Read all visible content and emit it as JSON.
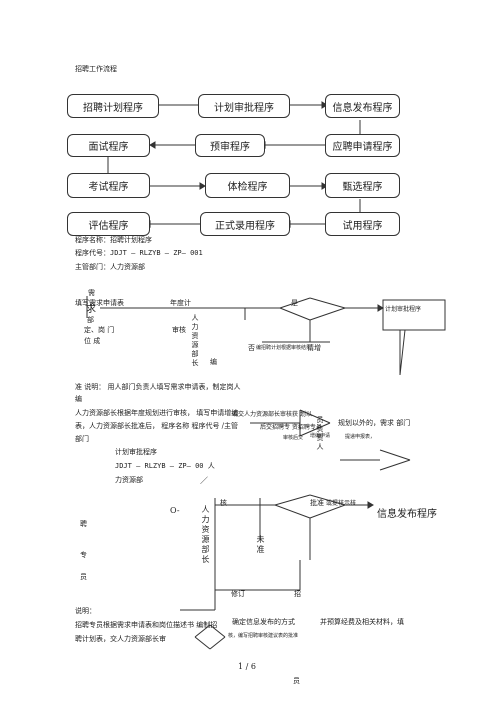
{
  "doc_title": "招聘工作流程",
  "flow_boxes": {
    "row1": [
      "招聘计划程序",
      "计划审批程序",
      "信息发布程序"
    ],
    "row2": [
      "面试程序",
      "预审程序",
      "应聘申请程序"
    ],
    "row3": [
      "考试程序",
      "体检程序",
      "甄选程序"
    ],
    "row4": [
      "评估程序",
      "正式录用程序",
      "试用程序"
    ]
  },
  "program": {
    "name": "程序名称：招聘计划程序",
    "code": "程序代号：JDJT — RLZYB — ZP— 001",
    "dept": "主管部门：人力资源部"
  },
  "section1": {
    "side_top": "需",
    "side_mid": "求",
    "dept_label": "部",
    "job_label": "定、岗 门",
    "pos_label": "位  成",
    "fill_form": "填写需求申请表",
    "annual_plan": "年度计",
    "review": "审核",
    "hr_vert": "人力资源部长",
    "edit": "编",
    "yes": "是",
    "no_note": "否",
    "small_note": "编招聘计划根据审核结果",
    "apply": "请增",
    "plan_approval": "计划审批程序"
  },
  "explain1": {
    "line1": "准 说明： 用人部门负责人填写需求申请表，制定岗人",
    "line1b": "编",
    "line2": "人力资源部长根据年度规划进行审核， 填写申请增编",
    "line3": "表，人力资源部长批准后， 程序名称 程序代号 /主管",
    "line4": "部门",
    "right1": "或交人力资源部长审核获 划以",
    "right2": "后交招聘专  资招聘专员",
    "right3": "规划以外的，需求    部门",
    "right4": "提递申报表，",
    "small1": "审核后交",
    "small2": "增编申请",
    "mid_vert": "员负责人",
    "plan_title": "计划审批程序",
    "plan_code": "JDJT — RLZYB — ZP— 00 人",
    "plan_dept": "力资源部",
    "slash": "／"
  },
  "section2": {
    "check": "核",
    "approve": "批准",
    "note": "或提核示核",
    "info_release": "信息发布程序",
    "hr_vert2": "人力资源部长",
    "not_approved": "未准",
    "revise": "修订",
    "recruit": "招",
    "bullet": "O-",
    "side1": "聘",
    "side2": "专",
    "side3": "员"
  },
  "explain2": {
    "label": "说明：",
    "line1": "招聘专员根据需求申请表和岗位描述书  编制招",
    "line2": "聘计划表，交人力资源部长审",
    "right1": "确定信息发布的方式",
    "right2": "并预算经费及相关材料，填",
    "small": "核，编写招聘审核建议表的批准"
  },
  "footer": {
    "page": "1 / 6",
    "tail": "员"
  }
}
